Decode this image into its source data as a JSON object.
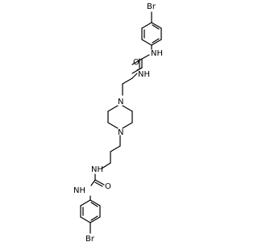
{
  "atoms": {
    "br_top": "Br",
    "nh_upper_1": "NH",
    "o_upper": "O",
    "nh_upper_2": "NH",
    "n_piperazine_top": "N",
    "n_piperazine_bottom": "N",
    "nh_lower_1": "NH",
    "o_lower": "O",
    "nh_lower_2": "NH",
    "br_bottom": "Br"
  }
}
